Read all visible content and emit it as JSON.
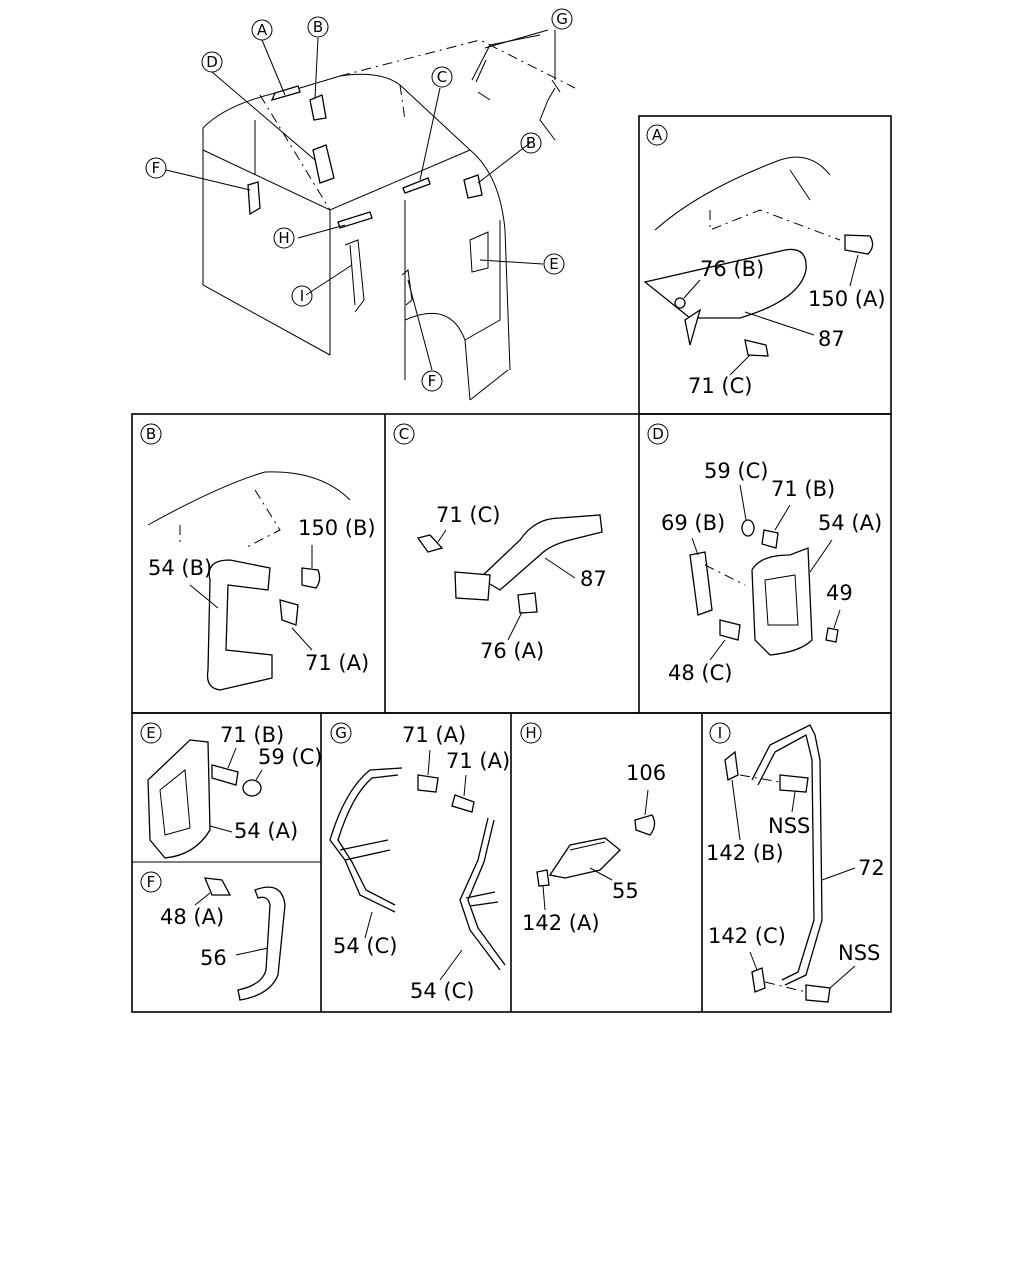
{
  "overview": {
    "callouts": [
      {
        "id": "ov-a",
        "letter": "A"
      },
      {
        "id": "ov-b1",
        "letter": "B"
      },
      {
        "id": "ov-g",
        "letter": "G"
      },
      {
        "id": "ov-d",
        "letter": "D"
      },
      {
        "id": "ov-c",
        "letter": "C"
      },
      {
        "id": "ov-b2",
        "letter": "B"
      },
      {
        "id": "ov-f1",
        "letter": "F"
      },
      {
        "id": "ov-h",
        "letter": "H"
      },
      {
        "id": "ov-e",
        "letter": "E"
      },
      {
        "id": "ov-i",
        "letter": "I"
      },
      {
        "id": "ov-f2",
        "letter": "F"
      }
    ]
  },
  "panels": {
    "A": {
      "letter": "A",
      "labels": [
        "76 (B)",
        "150 (A)",
        "87",
        "71 (C)"
      ]
    },
    "B": {
      "letter": "B",
      "labels": [
        "150 (B)",
        "54 (B)",
        "71 (A)"
      ]
    },
    "C": {
      "letter": "C",
      "labels": [
        "71 (C)",
        "87",
        "76 (A)"
      ]
    },
    "D": {
      "letter": "D",
      "labels": [
        "59 (C)",
        "71 (B)",
        "69 (B)",
        "54 (A)",
        "49",
        "48 (C)"
      ]
    },
    "E": {
      "letter": "E",
      "labels": [
        "71 (B)",
        "59 (C)",
        "54 (A)"
      ]
    },
    "F": {
      "letter": "F",
      "labels": [
        "48 (A)",
        "56"
      ]
    },
    "G": {
      "letter": "G",
      "labels": [
        "71 (A)",
        "71 (A)",
        "54 (C)",
        "54 (C)"
      ]
    },
    "H": {
      "letter": "H",
      "labels": [
        "106",
        "55",
        "142 (A)"
      ]
    },
    "I": {
      "letter": "I",
      "labels": [
        "142 (B)",
        "NSS",
        "72",
        "142 (C)",
        "NSS"
      ]
    }
  }
}
